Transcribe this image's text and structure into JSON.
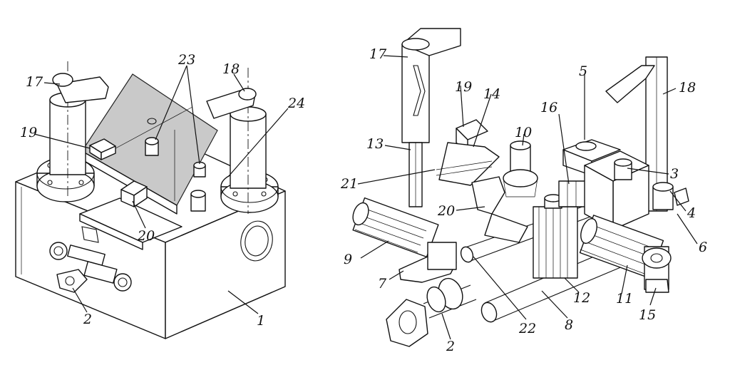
{
  "figure": {
    "left_view": {
      "labels": {
        "l17": "17",
        "l23": "23",
        "l18": "18",
        "l24": "24",
        "l19": "19",
        "l20": "20",
        "l2": "2",
        "l1": "1"
      }
    },
    "right_view": {
      "labels": {
        "l17": "17",
        "l19": "19",
        "l14": "14",
        "l16": "16",
        "l5": "5",
        "l18": "18",
        "l10": "10",
        "l13": "13",
        "l21": "21",
        "l3": "3",
        "l20": "20",
        "l4": "4",
        "l6": "6",
        "l9": "9",
        "l7": "7",
        "l12": "12",
        "l11": "11",
        "l2": "2",
        "l22": "22",
        "l8": "8",
        "l15": "15"
      }
    }
  },
  "colors": {
    "ink": "#111111",
    "plate_shade": "#c9c9c9",
    "background": "#ffffff"
  }
}
